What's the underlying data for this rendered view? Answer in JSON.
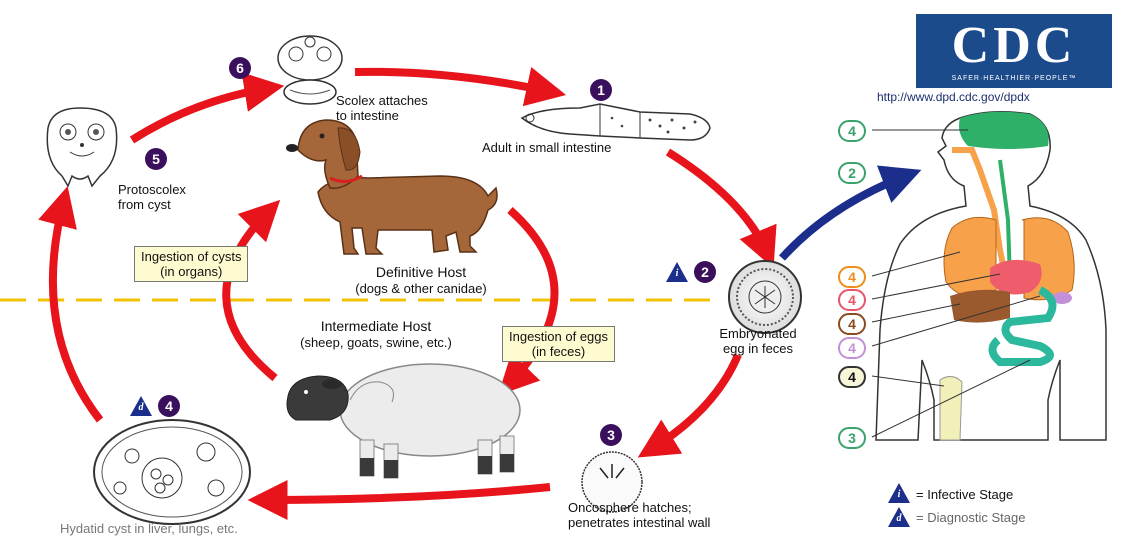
{
  "logo": {
    "letters": "CDC",
    "tagline": "SAFER·HEALTHIER·PEOPLE™"
  },
  "url": "http://www.dpd.cdc.gov/dpdx",
  "stages": {
    "s1": {
      "num": "1",
      "label_l1": "Adult in small intestine"
    },
    "s2": {
      "num": "2",
      "label_l1": "Embryonated",
      "label_l2": "egg in feces"
    },
    "s3": {
      "num": "3",
      "label_l1": "Oncosphere hatches;",
      "label_l2": "penetrates intestinal wall"
    },
    "s4": {
      "num": "4",
      "label_l1": "Hydatid cyst in liver, lungs, etc."
    },
    "s5": {
      "num": "5",
      "label_l1": "Protoscolex",
      "label_l2": "from cyst"
    },
    "s6": {
      "num": "6",
      "label_l1": "Scolex attaches",
      "label_l2": "to intestine"
    }
  },
  "hosts": {
    "definitive": {
      "title": "Definitive Host",
      "subtitle": "(dogs & other canidae)"
    },
    "intermediate": {
      "title": "Intermediate Host",
      "subtitle": "(sheep, goats, swine, etc.)"
    }
  },
  "notes": {
    "cysts": {
      "l1": "Ingestion of cysts",
      "l2": "(in organs)"
    },
    "eggs": {
      "l1": "Ingestion of eggs",
      "l2": "(in feces)"
    }
  },
  "badges": {
    "infective_letter": "i",
    "diagnostic_letter": "d"
  },
  "body_badges": {
    "brain": "4",
    "mouth": "2",
    "lung": "4",
    "heart": "4",
    "liver": "4",
    "kidney": "4",
    "bone": "4",
    "bloodstream": "3"
  },
  "legend": {
    "infective": "= Infective Stage",
    "diagnostic": "= Diagnostic Stage"
  },
  "colors": {
    "arrow_red": "#e8141b",
    "arrow_blue": "#1b2e8c",
    "divider": "#f2c200",
    "stage_badge": "#3a0f5c",
    "badge_green": "#3aa26a",
    "badge_orange": "#f08c1a",
    "badge_pink": "#e8546a",
    "badge_brown": "#8b4a1e",
    "badge_lilac": "#c38fd8",
    "badge_tan": "#bba866",
    "brain": "#2fb068",
    "lung": "#f7a24a",
    "heart": "#ef5c6c",
    "liver": "#9a5a2e",
    "intestine": "#2bb89c",
    "bone": "#f1f0b8"
  }
}
